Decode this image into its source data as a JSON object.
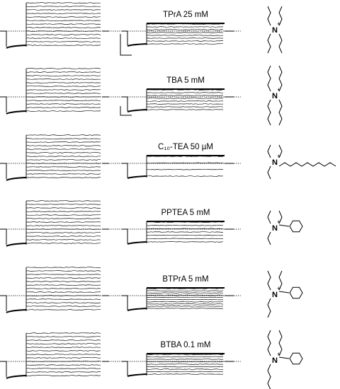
{
  "figure": {
    "rows": [
      {
        "label": "TPrA 25 mM",
        "compound": "tetrapropylammonium"
      },
      {
        "label": "TBA 5 mM",
        "compound": "tetrabutylammonium"
      },
      {
        "label": "C₁₀-TEA 50 µM",
        "compound": "decyltriethylammonium"
      },
      {
        "label": "PPTEA 5 mM",
        "compound": "phenylpropyltriethylammonium"
      },
      {
        "label": "BTPrA 5 mM",
        "compound": "benzyltripropylammonium"
      },
      {
        "label": "BTBA 0.1 mM",
        "compound": "benzyltributylammonium"
      }
    ]
  },
  "chart_data": {
    "type": "line",
    "description_free": true,
    "panels": [
      {
        "label": "TPrA 25 mM",
        "control_levels": 13,
        "blocked_levels": 8,
        "compound_chains": [
          3,
          3,
          3,
          3
        ],
        "benzyl": false
      },
      {
        "label": "TBA 5 mM",
        "control_levels": 13,
        "blocked_levels": 8,
        "compound_chains": [
          4,
          4,
          4,
          4
        ],
        "benzyl": false
      },
      {
        "label": "C₁₀-TEA 50 µM",
        "control_levels": 13,
        "blocked_levels": 4,
        "compound_chains": [
          2,
          2,
          2,
          10
        ],
        "benzyl": false
      },
      {
        "label": "PPTEA 5 mM",
        "control_levels": 13,
        "blocked_levels": 7,
        "compound_chains": [
          2,
          2,
          2
        ],
        "benzyl": true
      },
      {
        "label": "BTPrA 5 mM",
        "control_levels": 13,
        "blocked_levels": 10,
        "compound_chains": [
          3,
          3,
          3
        ],
        "benzyl": true
      },
      {
        "label": "BTBA 0.1 mM",
        "control_levels": 13,
        "blocked_levels": 9,
        "compound_chains": [
          4,
          4,
          4
        ],
        "benzyl": true
      }
    ],
    "atoms": {
      "nitrogen": "N",
      "charge": "+"
    }
  }
}
